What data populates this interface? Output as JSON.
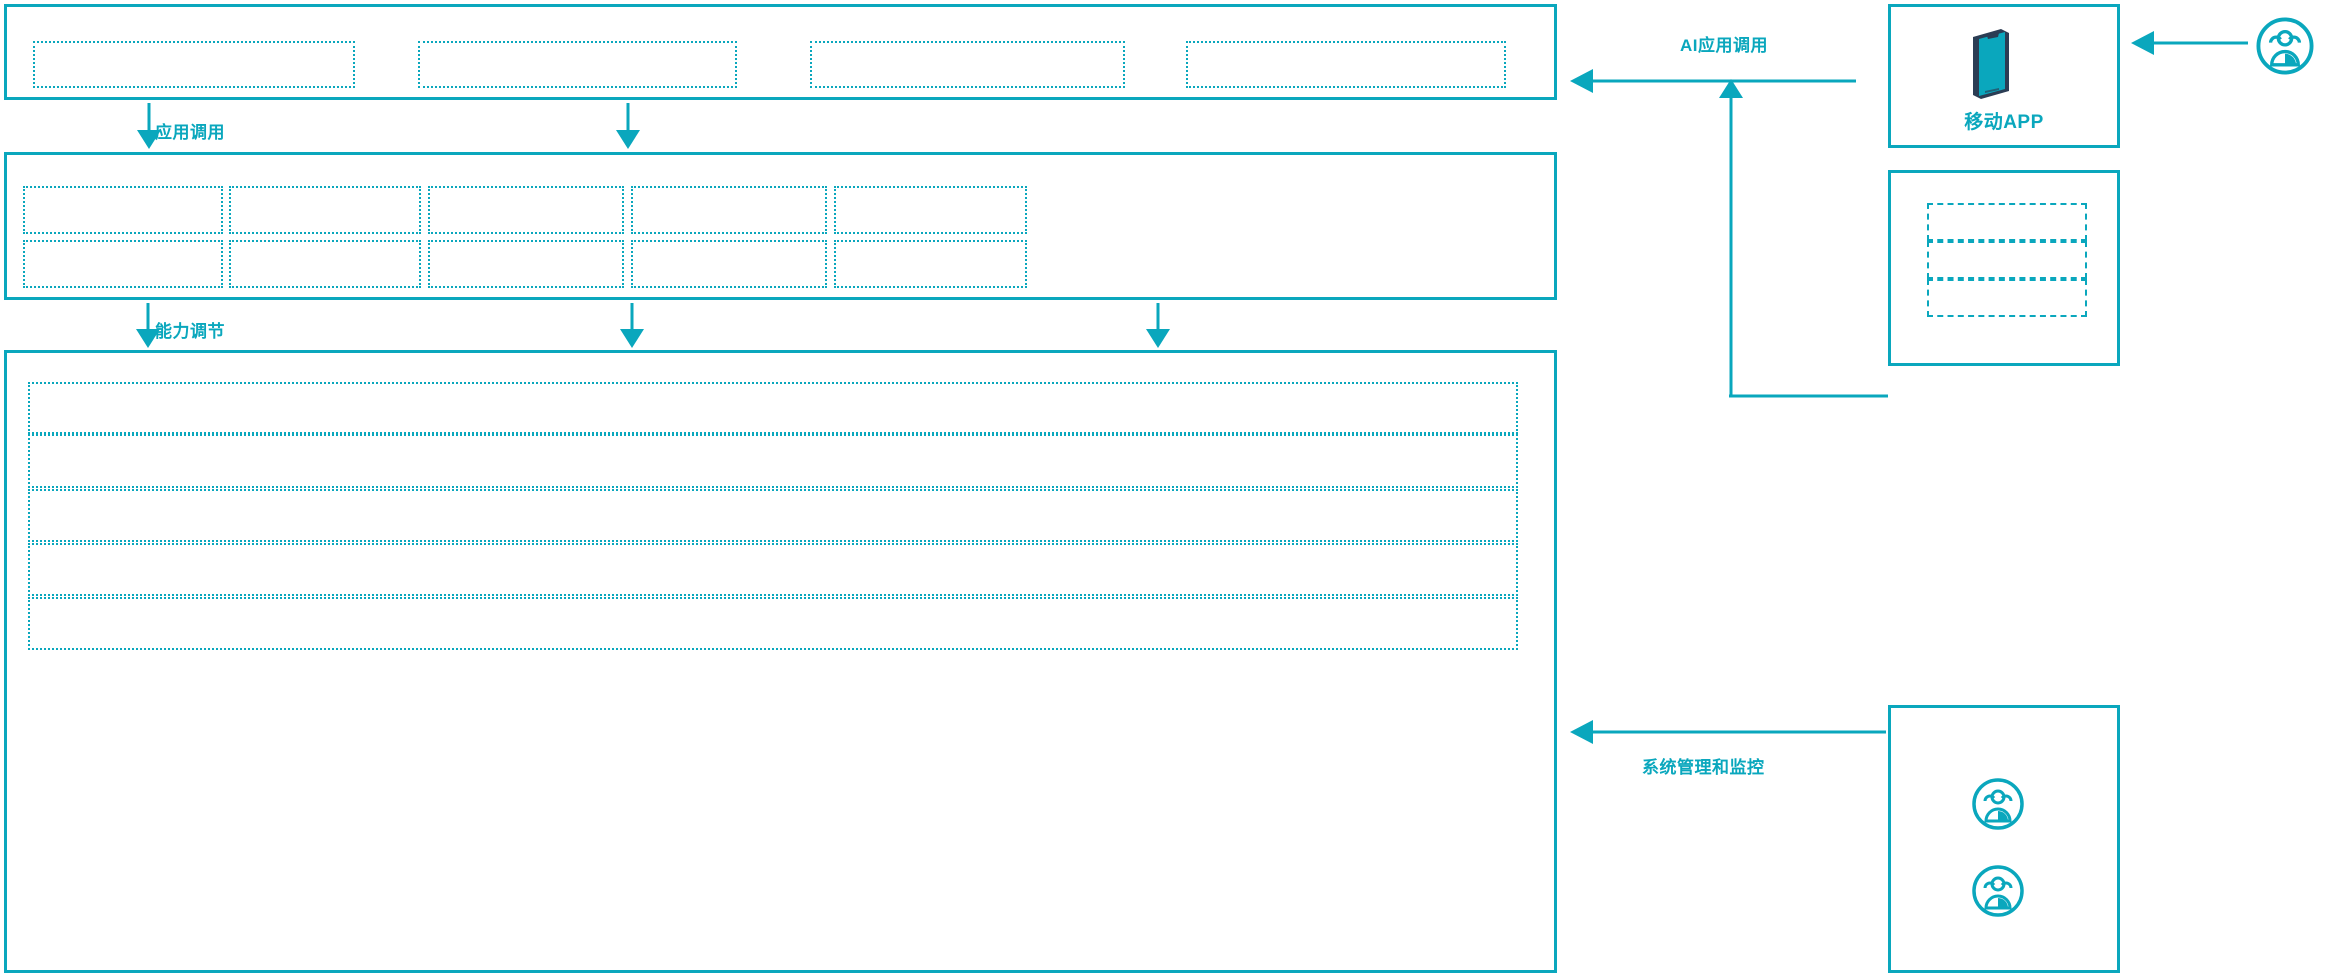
{
  "theme": {
    "accent": "#0aa7bd",
    "accent_dark": "#2b3d54",
    "background": "#ffffff"
  },
  "diagram": {
    "title": "",
    "type": "layered-architecture",
    "layers": [
      {
        "id": "application-layer",
        "name": "application-layer",
        "label": "",
        "box_count": 4,
        "boxes": [
          {
            "label": ""
          },
          {
            "label": ""
          },
          {
            "label": ""
          },
          {
            "label": ""
          }
        ]
      },
      {
        "id": "capability-layer",
        "name": "capability-layer",
        "label": "",
        "columns": 5,
        "rows": 2,
        "boxes": [
          {
            "label": ""
          },
          {
            "label": ""
          },
          {
            "label": ""
          },
          {
            "label": ""
          },
          {
            "label": ""
          },
          {
            "label": ""
          },
          {
            "label": ""
          },
          {
            "label": ""
          },
          {
            "label": ""
          },
          {
            "label": ""
          }
        ]
      },
      {
        "id": "platform-layer",
        "name": "platform-layer",
        "label": "",
        "row_count": 5,
        "boxes": [
          {
            "label": ""
          },
          {
            "label": ""
          },
          {
            "label": ""
          },
          {
            "label": ""
          },
          {
            "label": ""
          }
        ]
      }
    ],
    "connectors": [
      {
        "id": "app-invoke",
        "label": "应用调用",
        "direction": "down",
        "arrows": 2
      },
      {
        "id": "capability-tune",
        "label": "能力调节",
        "direction": "down",
        "arrows": 3
      },
      {
        "id": "ai-app-invoke",
        "label": "AI应用调用",
        "direction": "left",
        "arrows": 1
      },
      {
        "id": "sys-mgmt-monitor",
        "label": "系统管理和监控",
        "direction": "left",
        "arrows": 1
      },
      {
        "id": "user-to-app",
        "label": "",
        "direction": "left",
        "arrows": 1
      }
    ]
  },
  "right_column": {
    "cards": [
      {
        "id": "mobile-app-card",
        "label": "移动APP",
        "icon": "mobile-phone-icon",
        "box_count": 0
      },
      {
        "id": "channel-card",
        "label": "",
        "icon": "",
        "box_count": 3,
        "boxes": [
          {
            "label": ""
          },
          {
            "label": ""
          },
          {
            "label": ""
          }
        ]
      },
      {
        "id": "operations-card",
        "label": "",
        "icons": [
          "user-group-icon",
          "user-group-icon"
        ],
        "box_count": 0
      }
    ],
    "external_user": {
      "id": "external-user",
      "icon": "user-group-icon",
      "label": ""
    }
  }
}
